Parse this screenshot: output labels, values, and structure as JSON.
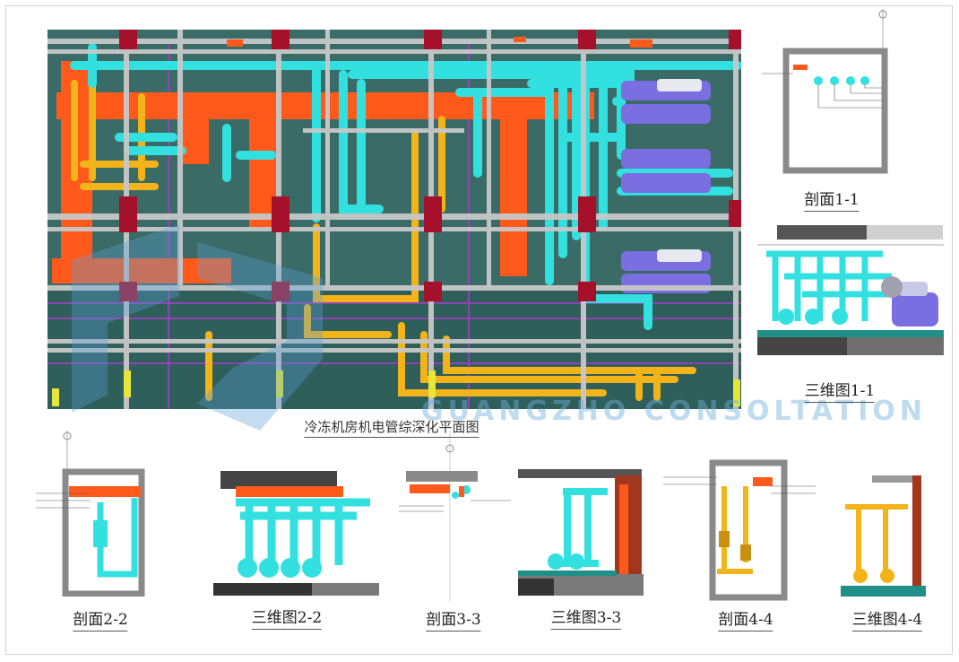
{
  "captions": {
    "main_plan": "冷冻机房机电管综深化平面图",
    "section_1_1": "剖面1-1",
    "view3d_1_1": "三维图1-1",
    "section_2_2": "剖面2-2",
    "view3d_2_2": "三维图2-2",
    "section_3_3": "剖面3-3",
    "view3d_3_3": "三维图3-3",
    "section_4_4": "剖面4-4",
    "view3d_4_4": "三维图4-4"
  },
  "watermark": {
    "text": "GUANGZHO CONSOLTATION"
  },
  "colors": {
    "plan_bg": "#3a6b66",
    "duct_orange": "#ff5a1c",
    "pipe_cyan": "#33e0e0",
    "pipe_yellow": "#f2b418",
    "beam_grey": "#c8c8c8",
    "column_red": "#a5102a",
    "chiller_purple": "#7a6ee0",
    "section_wall": "#8a8a8a"
  }
}
